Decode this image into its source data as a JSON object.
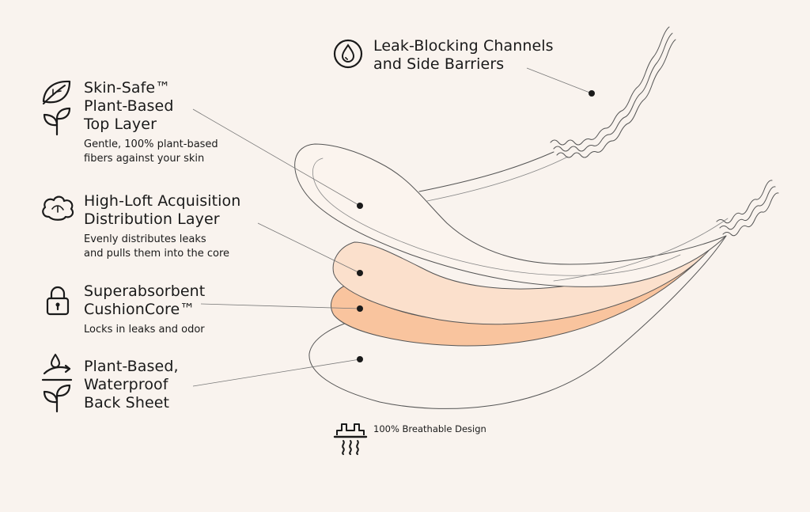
{
  "colors": {
    "background": "#f9f3ee",
    "ink": "#1a1a1a",
    "outline": "#555555",
    "top_layer": "#fbf4ee",
    "distribution_layer": "#fbe0cc",
    "core_layer": "#f9c49e",
    "back_layer": "#f9f3ee"
  },
  "labels": {
    "channels": {
      "line1": "Leak-Blocking Channels",
      "line2": "and Side Barriers",
      "icon": "droplet-icon"
    },
    "top_layer": {
      "line1": "Skin-Safe™",
      "line2": "Plant-Based",
      "line3": "Top Layer",
      "desc1": "Gentle, 100% plant-based",
      "desc2": "fibers against your skin",
      "icons": [
        "leaf-icon",
        "sprout-icon"
      ]
    },
    "distribution": {
      "line1": "High-Loft Acquisition",
      "line2": "Distribution Layer",
      "desc1": "Evenly distributes leaks",
      "desc2": "and pulls them into the core",
      "icon": "cotton-icon"
    },
    "core": {
      "line1": "Superabsorbent",
      "line2": "CushionCore™",
      "desc1": "Locks in leaks and odor",
      "icon": "lock-icon"
    },
    "back_sheet": {
      "line1": "Plant-Based,",
      "line2": "Waterproof",
      "line3": "Back Sheet",
      "icons": [
        "water-shield-icon",
        "sprout-icon"
      ]
    },
    "breathable": {
      "text": "100% Breathable Design",
      "icon": "breathable-icon"
    }
  }
}
